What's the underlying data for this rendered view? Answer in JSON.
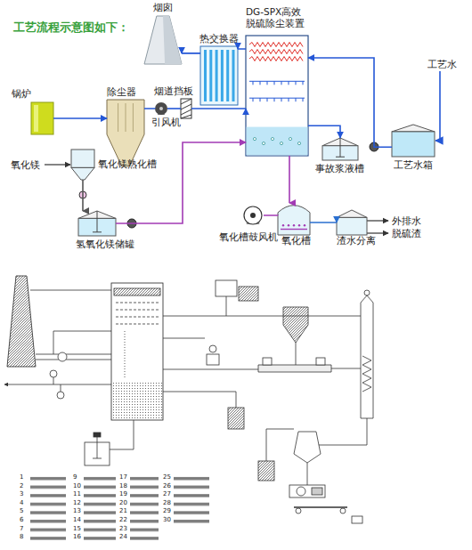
{
  "diagram": {
    "title": "工艺流程示意图如下：",
    "nodes": [
      {
        "text": [
          "烟囱"
        ]
      },
      {
        "text": [
          "热交换器"
        ]
      },
      {
        "text": [
          "DG-SPX高效 脱硫除尘装置"
        ]
      },
      {
        "text": [
          "锅炉"
        ]
      },
      {
        "text": [
          "除尘器"
        ]
      },
      {
        "text": [
          "烟道挡板"
        ]
      },
      {
        "text": [
          "引风机"
        ]
      },
      {
        "text": [
          "事故浆液槽"
        ]
      },
      {
        "text": [
          "工艺水箱"
        ]
      },
      {
        "text": [
          "氧化镁熟化槽"
        ]
      },
      {
        "text": [
          "氢氧化镁储罐"
        ]
      },
      {
        "text": [
          "氧化槽鼓风机"
        ]
      },
      {
        "text": [
          "氧化槽"
        ]
      },
      {
        "text": [
          "渣水分离"
        ]
      }
    ],
    "edges": [
      {
        "from": 3,
        "to": 4,
        "arrow": "to"
      },
      {
        "from": 4,
        "to": 6,
        "arrow": "none"
      },
      {
        "from": 6,
        "to": 5,
        "arrow": "none"
      },
      {
        "from": 5,
        "to": 2,
        "arrow": "to"
      },
      {
        "from": 2,
        "to": 1,
        "arrow": "to"
      },
      {
        "from": 1,
        "to": 0,
        "arrow": "to"
      },
      {
        "from": 2,
        "to": 7,
        "arrow": "to"
      },
      {
        "from": 8,
        "to": 2,
        "arrow": "to"
      },
      {
        "from": 9,
        "to": 10,
        "arrow": "to"
      },
      {
        "from": 10,
        "to": 2,
        "arrow": "to"
      },
      {
        "from": 2,
        "to": 12,
        "arrow": "to"
      },
      {
        "from": 11,
        "to": 12,
        "arrow": "none"
      },
      {
        "from": 12,
        "to": 13,
        "arrow": "to"
      }
    ],
    "labels": [
      "工艺水",
      "氧化镁",
      "外排水",
      "脱硫渣",
      "1",
      "2",
      "3",
      "4",
      "5",
      "6",
      "7",
      "8",
      "9",
      "10",
      "11",
      "12",
      "13",
      "14",
      "15",
      "16",
      "17",
      "18",
      "19",
      "20",
      "21",
      "22",
      "23",
      "24",
      "25",
      "26",
      "27",
      "28",
      "29",
      "30"
    ]
  }
}
